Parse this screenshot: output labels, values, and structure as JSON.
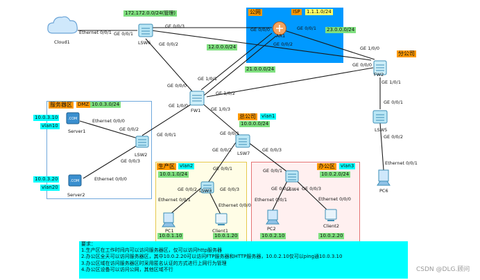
{
  "regions": {
    "public": {
      "title": "公网",
      "tag": "ISP",
      "network": "1.1.1.0/24"
    },
    "server_zone": {
      "title": "服务器区",
      "tag": "DMZ",
      "network": "10.0.3.0/24"
    },
    "branch": {
      "title": "分公司"
    },
    "hq": {
      "title": "总公司",
      "vlan": "vlan1",
      "network": "10.0.0.0/24"
    },
    "production": {
      "title": "生产区",
      "vlan": "vlan2",
      "network": "10.0.1.0/24"
    },
    "office": {
      "title": "办公区",
      "vlan": "vlan3",
      "network": "10.0.2.0/24"
    },
    "mgmt": {
      "network": "172.172.0.0/24(管理)"
    }
  },
  "devices": {
    "cloud1": "Cloud1",
    "lsw6": "LSW6",
    "ar1": "AR1",
    "fw1": "FW1",
    "fw2": "FW2",
    "lsw5": "LSW5",
    "lsw7": "LSW7",
    "lsw2": "LSW2",
    "lsw3": "LSW3",
    "lsw4": "LSW4",
    "server1": "Server1",
    "server2": "Server2",
    "pc1": "PC1",
    "pc2": "PC2",
    "pc6": "PC6",
    "client1": "Client1",
    "client2": "Client2"
  },
  "subnets": {
    "link_fw1_ar1": "12.0.0.0/24",
    "link_ar1_fw2": "23.0.0.0/24",
    "link_fw1_fw2": "21.0.0.0/24"
  },
  "hosts": {
    "server1_ip": "10.0.3.10",
    "server1_vlan": "vlan10",
    "server2_ip": "10.0.3.20",
    "server2_vlan": "vlan20",
    "pc1_ip": "10.0.1.10",
    "client1_ip": "10.0.1.20",
    "pc2_ip": "10.0.2.10",
    "client2_ip": "10.0.2.20"
  },
  "ports": {
    "cloud_e001": "Ethernet 0/0/1",
    "lsw6_ge001": "GE 0/0/1",
    "lsw6_ge003": "GE 0/0/3",
    "lsw6_ge002": "GE 0/0/2",
    "ar1_ge000": "GE 0/0/0",
    "ar1_ge001": "GE 0/0/1",
    "ar1_ge002": "GE 0/0/2",
    "fw2_ge100": "GE 1/0/0",
    "fw2_ge000": "GE 0/0/0",
    "fw2_ge101": "GE 1/0/1",
    "fw1_ge000": "GE 0/0/0",
    "fw1_ge101": "GE 1/0/1",
    "fw1_ge102": "GE 1/0/2",
    "fw1_ge100": "GE 1/0/0",
    "fw1_ge103": "GE 1/0/3",
    "lsw5_ge001": "GE 0/0/1",
    "lsw5_ge002": "GE 0/0/2",
    "pc6_e001": "Ethernet 0/0/1",
    "lsw2_ge001": "GE 0/0/1",
    "lsw2_ge002": "GE 0/0/2",
    "lsw2_ge003": "GE 0/0/3",
    "server1_e000": "Ethernet 0/0/0",
    "server2_e000": "Ethernet 0/0/0",
    "lsw7_ge001": "GE 0/0/1",
    "lsw7_ge002": "GE 0/0/2",
    "lsw7_ge003": "GE 0/0/3",
    "lsw3_ge001": "GE 0/0/1",
    "lsw3_ge002": "GE 0/0/2",
    "lsw3_ge003": "GE 0/0/3",
    "lsw4_ge001": "GE 0/0/1",
    "lsw4_ge002": "GE 0/0/2",
    "lsw4_ge003": "GE 0/0/3",
    "pc1_e001": "Ethernet 0/0/1",
    "client1_e000": "Ethernet 0/0/0",
    "pc2_e001": "Ethernet 0/0/1",
    "client2_e000": "Ethernet 0/0/0"
  },
  "requirements": {
    "title": "要求：",
    "items": [
      "1.生产区在工作时间内可以访问服务器区，仅可以访问http服务器",
      "2.办公区全天可以访问服务器区，其中10.0.2.20可以访问FTP服务器和HTTP服务器，10.0.2.10仅可以ping通10.0.3.10",
      "3.办公区域在访问服务器区时采用匿名认证的方式进行上网行为管理",
      "4.办公区设备可以访问公网，其他区域不行"
    ]
  },
  "watermark": "CSDN @DLG.顾问",
  "colors": {
    "public_bg": "#0099ff",
    "server_border": "#6fa8dc",
    "production_bg": "#fffde6",
    "production_border": "#e6c84d",
    "office_bg": "#fff0f0",
    "office_border": "#e57373",
    "highlight_cyan": "#00ffff",
    "highlight_green": "#7fe07f",
    "highlight_orange": "#ff9900"
  }
}
